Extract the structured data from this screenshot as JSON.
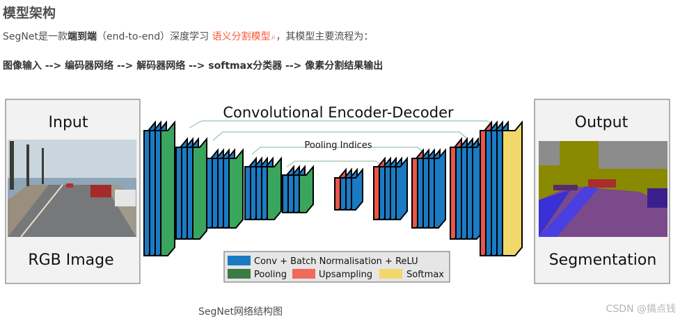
{
  "heading": "模型架构",
  "intro": {
    "prefix": "SegNet是一款",
    "bold": "端到端",
    "middle": "（end-to-end）深度学习 ",
    "link": "语义分割模型",
    "suffix": "，其模型主要流程为："
  },
  "flow": "图像输入 --> 编码器网络 --> 解码器网络 --> softmax分类器 --> 像素分割结果输出",
  "diagram": {
    "title": "Convolutional Encoder-Decoder",
    "pooling_indices": "Pooling Indices",
    "input_label": "Input",
    "input_sub": "RGB Image",
    "output_label": "Output",
    "output_sub": "Segmentation",
    "legend": {
      "conv": "Conv + Batch Normalisation + ReLU",
      "pooling": "Pooling",
      "upsampling": "Upsampling",
      "softmax": "Softmax"
    },
    "colors": {
      "conv": "#1a7bc4",
      "pooling": "#3aa55c",
      "upsampling": "#e8564a",
      "softmax": "#f0d86a"
    }
  },
  "caption": "SegNet网络结构图",
  "watermark": "CSDN @搞点钱"
}
